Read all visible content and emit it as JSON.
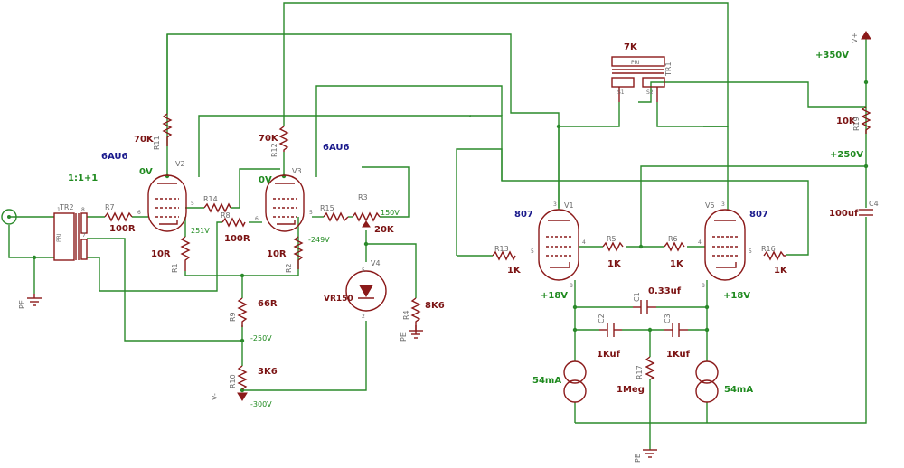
{
  "components": {
    "tr2": {
      "ref": "TR2",
      "ratio": "1:1+1",
      "pri": "PRI"
    },
    "tr1": {
      "ref": "TR1",
      "value": "7K",
      "pri": "PRI",
      "s1": "S1",
      "s2": "S2"
    },
    "v2": {
      "ref": "V2",
      "type": "6AU6"
    },
    "v3": {
      "ref": "V3",
      "type": "6AU6"
    },
    "v1": {
      "ref": "V1",
      "type": "807"
    },
    "v5": {
      "ref": "V5",
      "type": "807"
    },
    "v4": {
      "ref": "V4",
      "type": "VR150"
    },
    "r7": {
      "ref": "R7",
      "value": "100R"
    },
    "r8": {
      "ref": "R8",
      "value": "100R"
    },
    "r11": {
      "ref": "R11",
      "value": "70K"
    },
    "r12": {
      "ref": "R12",
      "value": "70K"
    },
    "r14": {
      "ref": "R14"
    },
    "r15": {
      "ref": "R15"
    },
    "r3": {
      "ref": "R3",
      "value": "20K"
    },
    "r1": {
      "ref": "R1",
      "value": "10R"
    },
    "r2": {
      "ref": "R2",
      "value": "10R"
    },
    "r9": {
      "ref": "R9",
      "value": "66R"
    },
    "r10": {
      "ref": "R10",
      "value": "3K6"
    },
    "r4": {
      "ref": "R4",
      "value": "8K6"
    },
    "r13": {
      "ref": "R13",
      "value": "1K"
    },
    "r5": {
      "ref": "R5",
      "value": "1K"
    },
    "r6": {
      "ref": "R6",
      "value": "1K"
    },
    "r16": {
      "ref": "R16",
      "value": "1K"
    },
    "r17": {
      "ref": "R17",
      "value": "1Meg"
    },
    "r19": {
      "ref": "R19",
      "value": "10K"
    },
    "c1": {
      "ref": "C1",
      "value": "0.33uf"
    },
    "c2": {
      "ref": "C2",
      "value": "1Kuf"
    },
    "c3": {
      "ref": "C3",
      "value": "1Kuf"
    },
    "c4": {
      "ref": "C4",
      "value": "100uf"
    },
    "cs_left": {
      "value": "54mA"
    },
    "cs_right": {
      "value": "54mA"
    }
  },
  "voltages": {
    "v2_plate": "0V",
    "v3_plate": "0V",
    "v2_cathode": "251V",
    "v3_cathode": "-249V",
    "pot_top": "150V",
    "neg250": "-250V",
    "neg300": "-300V",
    "v1_cathode": "+18V",
    "v5_cathode": "+18V",
    "b350": "+350V",
    "b250": "+250V",
    "vplus": "V+",
    "vminus": "V-"
  },
  "grounds": {
    "pe": "PE"
  },
  "colors": {
    "wire": "#2a8a2a",
    "component": "#8b1a1a",
    "tube_type": "#1a1a8c",
    "voltage": "#1f8a1f"
  }
}
